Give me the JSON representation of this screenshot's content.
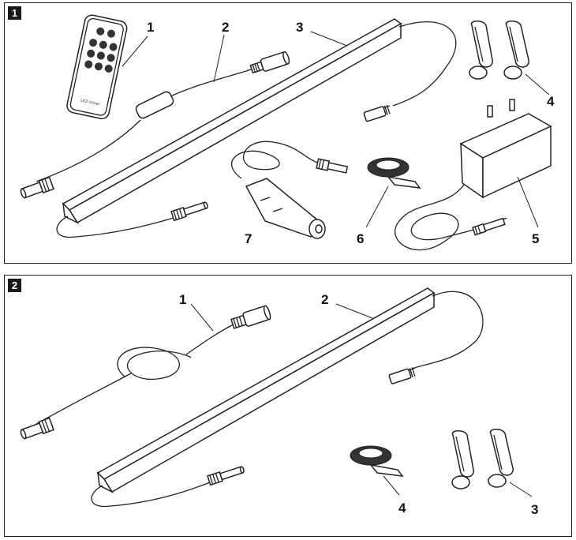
{
  "figure1": {
    "badge": "1",
    "callouts": [
      "1",
      "2",
      "3",
      "4",
      "5",
      "6",
      "7"
    ],
    "remote_brand": "LED Driver"
  },
  "figure2": {
    "badge": "2",
    "callouts": [
      "1",
      "2",
      "3",
      "4"
    ]
  }
}
